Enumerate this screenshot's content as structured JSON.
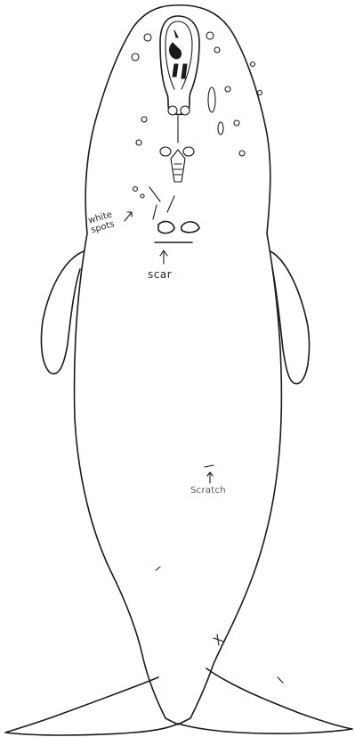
{
  "annotations": {
    "white_spots": "white spots",
    "scar": "scar",
    "scratch": "Scratch"
  },
  "colors": {
    "ink": "#1a1a1a",
    "paper": "#ffffff"
  }
}
